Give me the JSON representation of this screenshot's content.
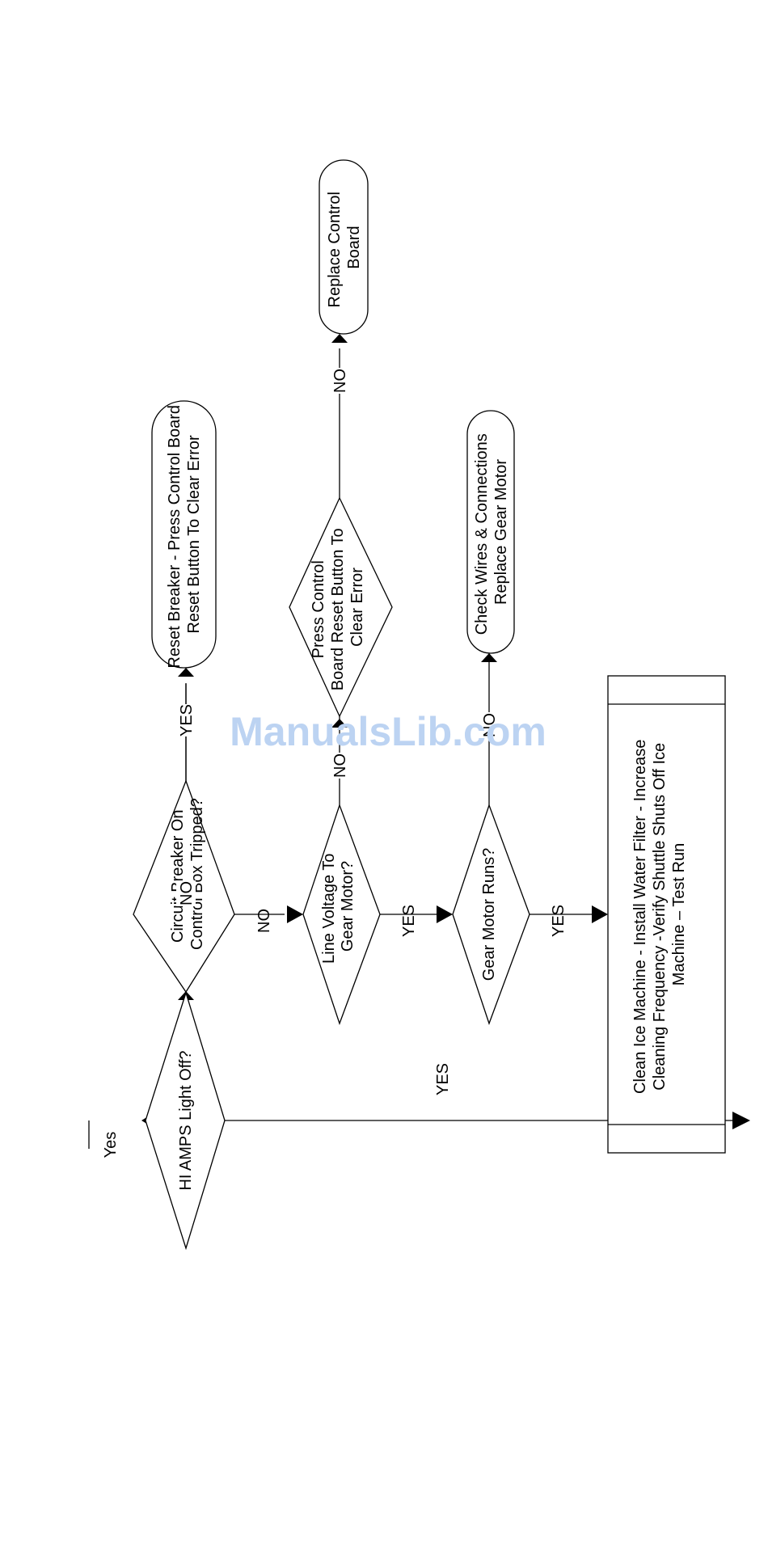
{
  "watermark": "ManualsLib.com",
  "nodes": {
    "start_yes": "Yes",
    "hi_amps": [
      "HI AMPS Light Off?"
    ],
    "circuit_breaker": [
      "Circuit Breaker On",
      "Control Box Tripped?"
    ],
    "reset_breaker": [
      "Reset Breaker - Press Control Board",
      "Reset Button To Clear Error"
    ],
    "line_voltage": [
      "Line Voltage To",
      "Gear Motor?"
    ],
    "press_control": [
      "Press Control",
      "Board Reset Button To",
      "Clear Error"
    ],
    "replace_board": [
      "Replace Control",
      "Board"
    ],
    "gear_motor_runs": [
      "Gear Motor Runs?"
    ],
    "check_wires": [
      "Check Wires & Connections",
      "Replace Gear Motor"
    ],
    "clean_ice": [
      "Clean Ice Machine - Install Water Filter - Increase",
      "Cleaning Frequency -Verify Shuttle Shuts Off Ice",
      "Machine – Test Run"
    ]
  },
  "edge_labels": {
    "hi_amps_no": "NO",
    "hi_amps_yes": "YES",
    "breaker_yes": "YES",
    "breaker_no": "NO",
    "voltage_no": "NO",
    "voltage_yes": "YES",
    "press_no": "NO",
    "gear_no": "NO",
    "gear_yes": "YES"
  }
}
